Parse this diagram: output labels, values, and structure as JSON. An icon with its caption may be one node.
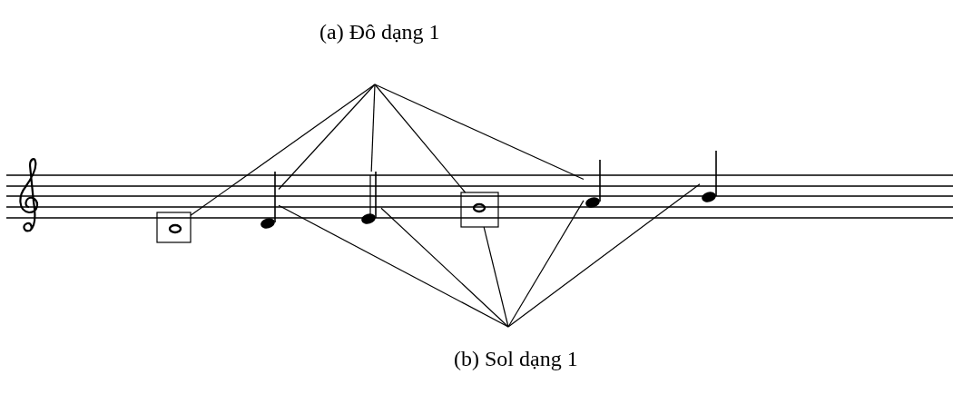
{
  "diagram": {
    "nodes": [
      {
        "text": [
          "(a) Đô dạng 1"
        ]
      },
      {
        "text": [],
        "shape": "picture"
      },
      {
        "text": [],
        "shape": "picture"
      },
      {
        "text": [],
        "shape": "picture"
      },
      {
        "text": [],
        "shape": "picture"
      },
      {
        "text": [],
        "shape": "picture"
      },
      {
        "text": [],
        "shape": "picture"
      },
      {
        "text": [
          "(b) Sol dạng 1"
        ]
      }
    ],
    "edges": [
      {
        "from": 0,
        "to": 1,
        "arrow": "none"
      },
      {
        "from": 0,
        "to": 2,
        "arrow": "none"
      },
      {
        "from": 0,
        "to": 3,
        "arrow": "none"
      },
      {
        "from": 0,
        "to": 4,
        "arrow": "none"
      },
      {
        "from": 0,
        "to": 5,
        "arrow": "none"
      },
      {
        "from": 7,
        "to": 2,
        "arrow": "none"
      },
      {
        "from": 7,
        "to": 3,
        "arrow": "none"
      },
      {
        "from": 7,
        "to": 4,
        "arrow": "none"
      },
      {
        "from": 7,
        "to": 5,
        "arrow": "none"
      },
      {
        "from": 7,
        "to": 6,
        "arrow": "none"
      }
    ]
  }
}
